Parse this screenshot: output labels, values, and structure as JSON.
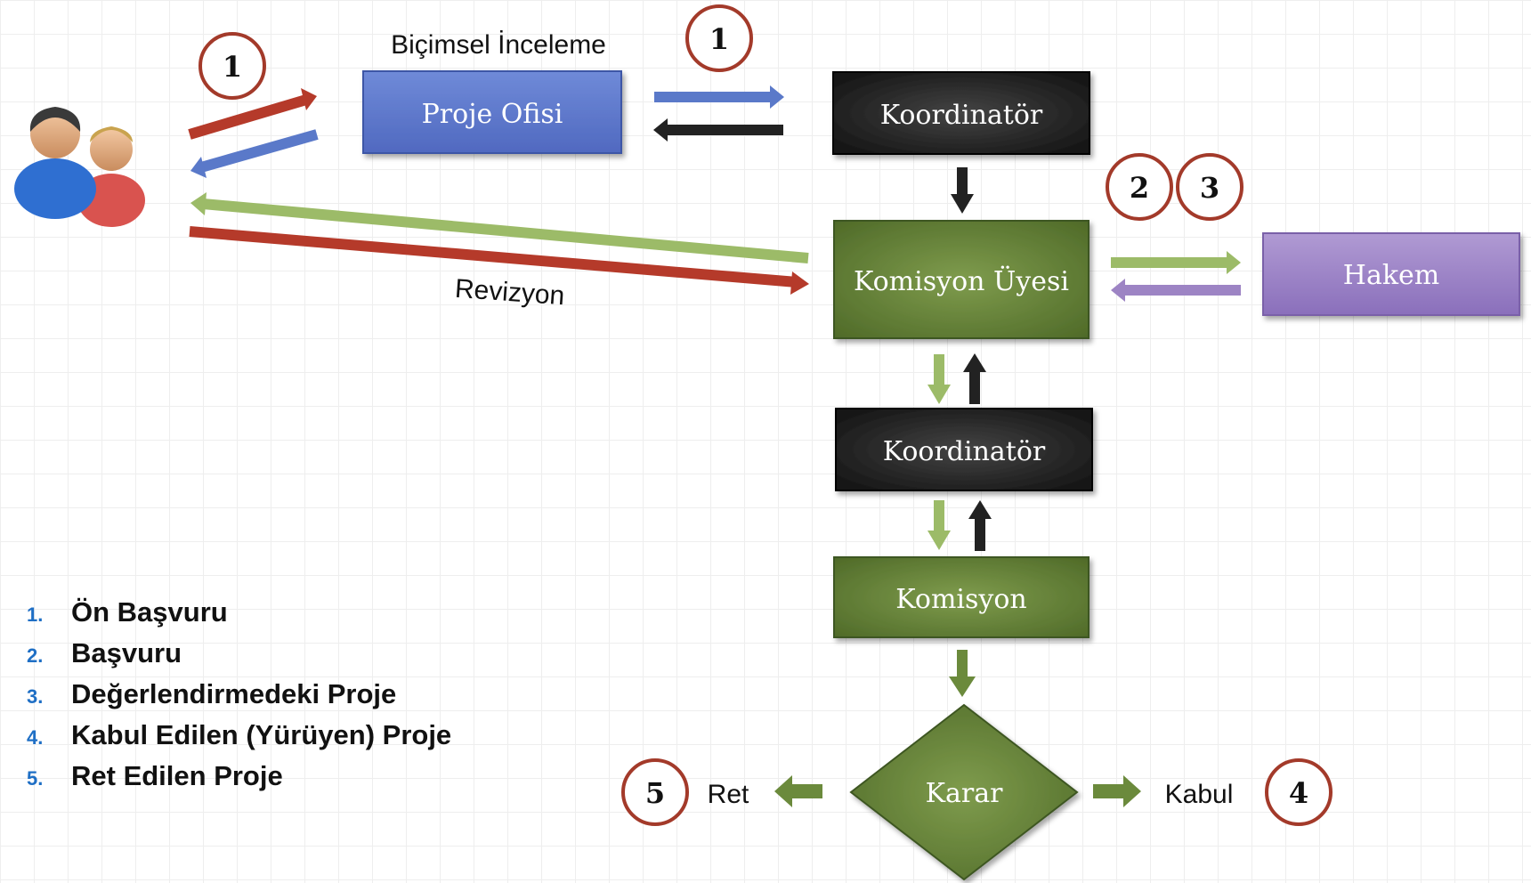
{
  "nodes": {
    "proje_ofisi": "Proje Ofisi",
    "koordinator_top": "Koordinatör",
    "komisyon_uyesi": "Komisyon Üyesi",
    "hakem": "Hakem",
    "koordinator_mid": "Koordinatör",
    "komisyon": "Komisyon",
    "karar": "Karar"
  },
  "labels": {
    "bicimsel_inceleme": "Biçimsel İnceleme",
    "revizyon": "Revizyon",
    "ret": "Ret",
    "kabul": "Kabul"
  },
  "badges": {
    "b1_left": "1",
    "b1_top": "1",
    "b2": "2",
    "b3": "3",
    "b4": "4",
    "b5": "5"
  },
  "legend": [
    {
      "num": "1.",
      "text": "Ön Başvuru"
    },
    {
      "num": "2.",
      "text": "Başvuru"
    },
    {
      "num": "3.",
      "text": "Değerlendirmedeki Proje"
    },
    {
      "num": "4.",
      "text": "Kabul Edilen (Yürüyen) Proje"
    },
    {
      "num": "5.",
      "text": "Ret Edilen Proje"
    }
  ],
  "icons": {
    "applicants": "users-icon"
  },
  "colors": {
    "blue": "#5a79c9",
    "black": "#222222",
    "green": "#6b8a3c",
    "purple": "#9d84c4",
    "red_arrow": "#b53a2a",
    "green_arrow": "#9cbb68",
    "badge_ring": "#a33a2a",
    "legend_number": "#1f6fc5"
  }
}
